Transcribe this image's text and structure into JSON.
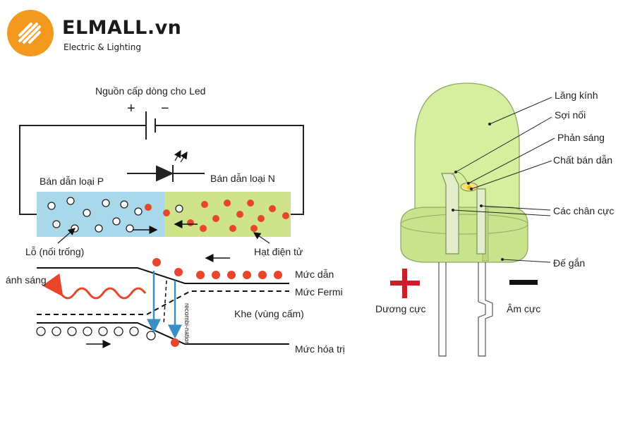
{
  "brand": {
    "name": "ELMALL.vn",
    "tagline": "Electric & Lighting",
    "accent": "#f39a1e"
  },
  "left_diagram": {
    "supply_label": "Nguồn cấp dòng cho Led",
    "plus": "+",
    "minus": "−",
    "p_type": "Bán dẫn loại P",
    "n_type": "Bán dẫn loại N",
    "hole_label": "Lỗ (nối trống)",
    "electron_label": "Hạt điện tử",
    "light_label": "ánh sáng",
    "conduction_level": "Mức dẫn",
    "fermi_level": "Mức Fermi",
    "band_gap": "Khe (vùng cấm)",
    "valence_level": "Mức hóa trị",
    "recombination": "recombi-nation",
    "colors": {
      "p_region": "#a8d8ea",
      "n_region": "#cfe38a",
      "electron": "#e8452a",
      "arrow": "#3a8fc2",
      "light_wave": "#e8452a"
    }
  },
  "right_diagram": {
    "lens": "Lăng kính",
    "wire": "Sợi nối",
    "reflector": "Phản sáng",
    "semiconductor": "Chất bán dẫn",
    "leads": "Các chân cực",
    "base": "Đế gắn",
    "anode": "Dương cực",
    "cathode": "Âm cực",
    "plus_sign": "+",
    "minus_sign": "−",
    "colors": {
      "led_body": "#d6ef9e",
      "plus_color": "#c8202b",
      "minus_color": "#111111"
    }
  }
}
